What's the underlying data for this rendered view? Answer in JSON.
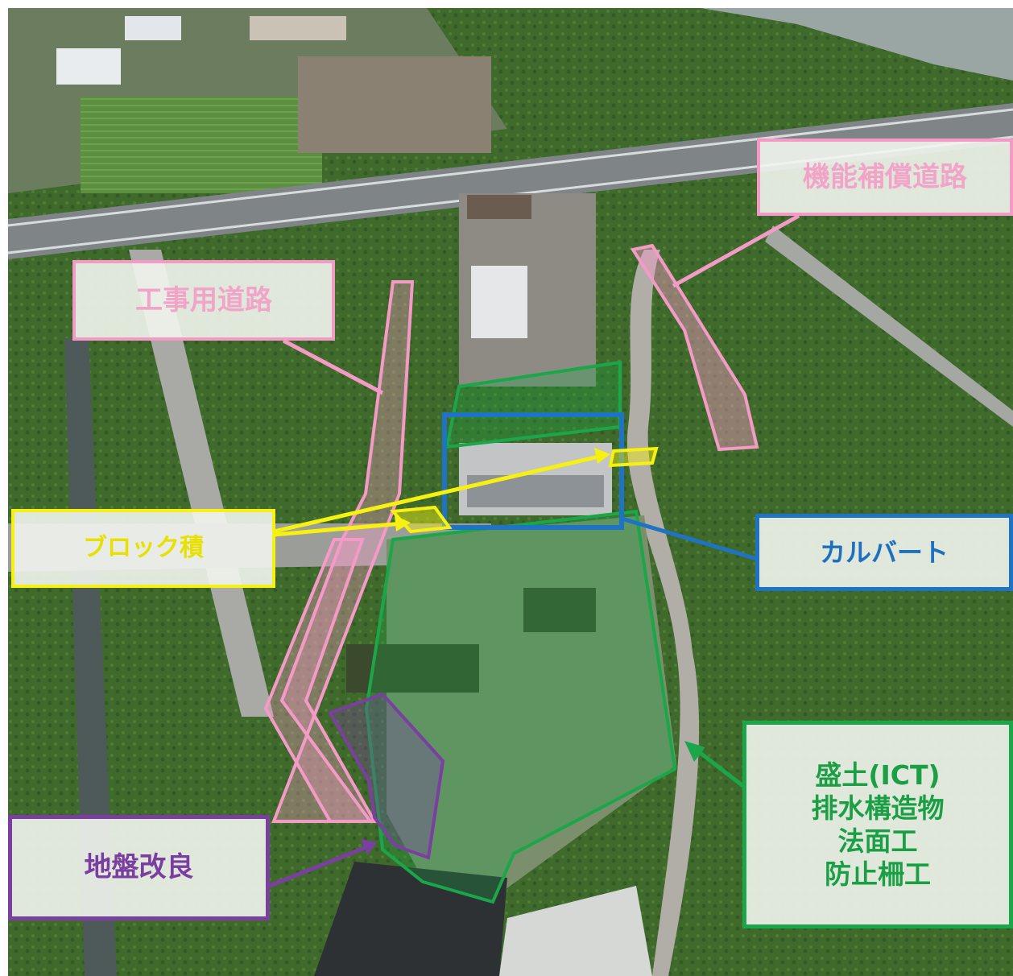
{
  "labels": {
    "kinou_hoshou_douro": "機能補償道路",
    "kouji_you_douro": "工事用道路",
    "block_zumi": "ブロック積",
    "culvert": "カルバート",
    "jiban_kairyou": "地盤改良",
    "moritsuchi_lines": [
      "盛土(ICT)",
      "排水構造物",
      "法面工",
      "防止柵工"
    ]
  },
  "colors": {
    "pink": "#f39ac6",
    "yellow": "#f7f111",
    "blue": "#1f73c4",
    "purple": "#7b3fa0",
    "green": "#1ca64a"
  }
}
